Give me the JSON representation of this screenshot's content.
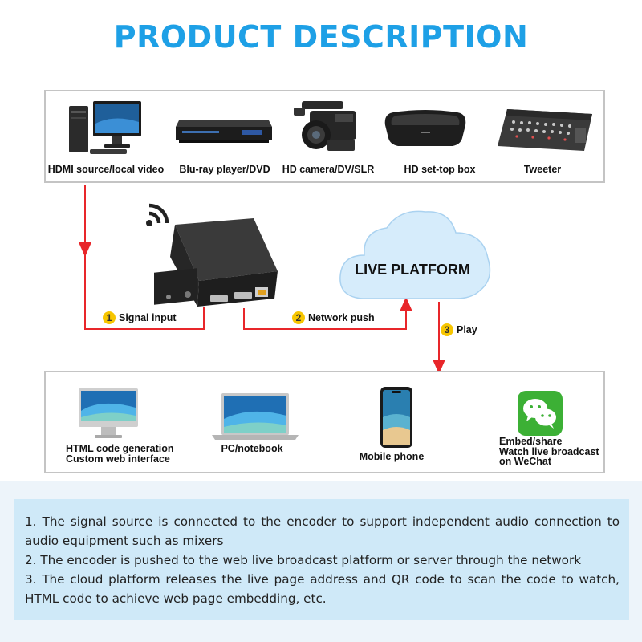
{
  "title": "PRODUCT DESCRIPTION",
  "sources": [
    {
      "label": "HDMI source/local video",
      "icon": "desktop-computer-icon"
    },
    {
      "label": "Blu-ray player/DVD",
      "icon": "bluray-player-icon"
    },
    {
      "label": "HD camera/DV/SLR",
      "icon": "video-camera-icon"
    },
    {
      "label": "HD set-top box",
      "icon": "set-top-box-icon"
    },
    {
      "label": "Tweeter",
      "icon": "audio-mixer-icon"
    }
  ],
  "encoder": {
    "icon": "hdmi-encoder-icon",
    "wifi_icon": "wifi-icon"
  },
  "cloud": {
    "label": "LIVE PLATFORM"
  },
  "steps": [
    {
      "num": "1",
      "label": "Signal input"
    },
    {
      "num": "2",
      "label": "Network push"
    },
    {
      "num": "3",
      "label": "Play"
    }
  ],
  "outputs": [
    {
      "line1": "HTML code generation",
      "line2": "Custom web interface",
      "icon": "imac-icon"
    },
    {
      "line1": "PC/notebook",
      "icon": "laptop-icon"
    },
    {
      "line1": "Mobile phone",
      "icon": "smartphone-icon"
    },
    {
      "line1": "Embed/share",
      "line2": "Watch live broadcast",
      "line3": "on WeChat",
      "icon": "wechat-icon"
    }
  ],
  "description": {
    "line1": "1. The signal source is connected to the encoder to support independent audio connection to audio equipment such as mixers",
    "line2": "2. The encoder is pushed to the web live broadcast platform or server through the network",
    "line3": "3. The cloud platform releases the live page address and QR code to scan the code to watch, HTML code to achieve web page embedding, etc."
  },
  "colors": {
    "title": "#1ea0e6",
    "arrow": "#e8262a",
    "badge": "#f7c600",
    "cloud": "#d6ecfb",
    "panel": "#cfe9f8"
  }
}
